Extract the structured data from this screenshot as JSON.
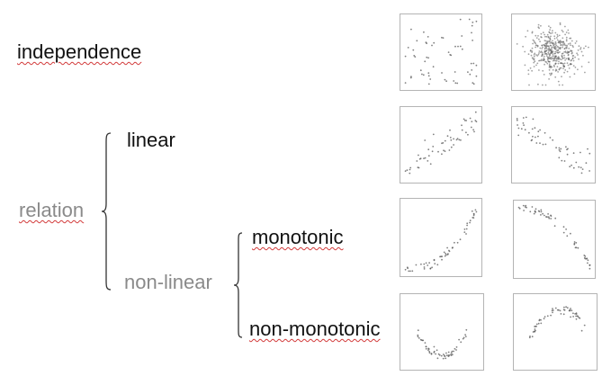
{
  "labels": {
    "independence": "independence",
    "relation": "relation",
    "linear": "linear",
    "non_linear": "non-linear",
    "monotonic": "monotonic",
    "non_monotonic": "non-monotonic"
  },
  "colors": {
    "text_dark": "#111111",
    "text_grey": "#8a8a8a",
    "spellcheck_underline": "#d23a3a",
    "panel_border": "#b4b4b4",
    "point": "#555555"
  },
  "panels": [
    {
      "id": "independence-sparse",
      "pattern": "random-sparse",
      "points": 60
    },
    {
      "id": "independence-dense",
      "pattern": "random-dense",
      "points": 420
    },
    {
      "id": "linear-positive",
      "pattern": "linear-positive",
      "points": 55
    },
    {
      "id": "linear-negative",
      "pattern": "linear-negative",
      "points": 55
    },
    {
      "id": "monotonic-increasing",
      "pattern": "convex-increasing",
      "points": 55
    },
    {
      "id": "monotonic-decreasing",
      "pattern": "concave-decreasing",
      "points": 55
    },
    {
      "id": "non-monotonic-u",
      "pattern": "u-shape",
      "points": 55
    },
    {
      "id": "non-monotonic-arch",
      "pattern": "arch-shape",
      "points": 55
    }
  ]
}
